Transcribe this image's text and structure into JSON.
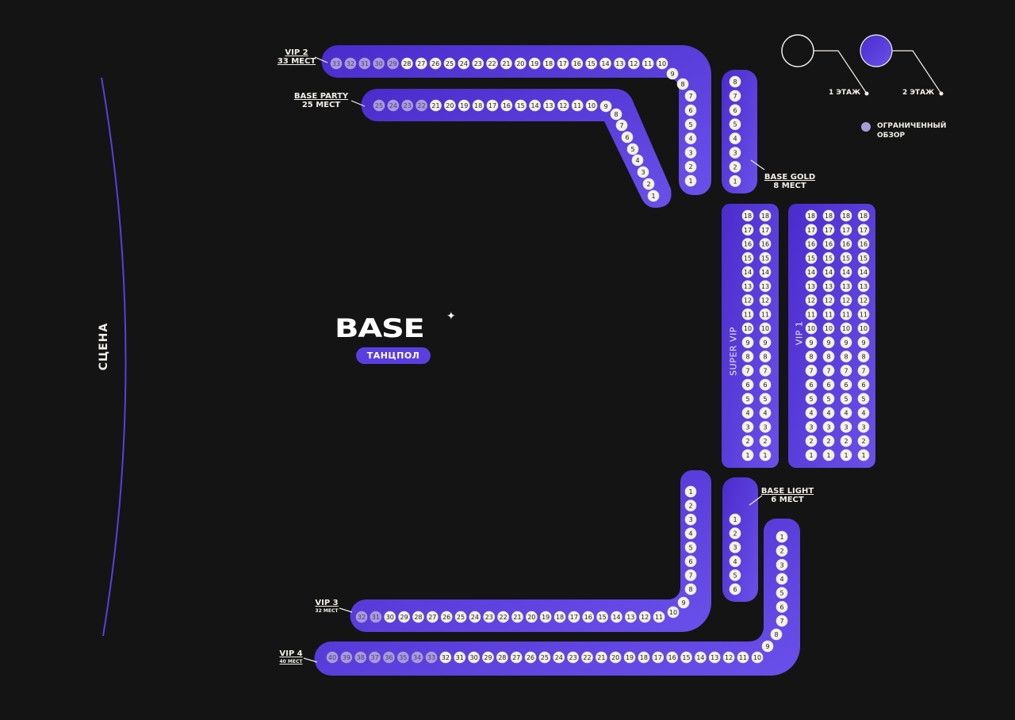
{
  "stage": {
    "label": "СЦЕНА"
  },
  "dance_floor": {
    "logo": "BASE",
    "label": "ТАНЦПОЛ"
  },
  "legend": {
    "floor1": "1 ЭТАЖ",
    "floor2": "2 ЭТАЖ",
    "restricted": "ОГРАНИЧЕННЫЙ ОБЗОР",
    "restricted_line1": "ОГРАНИЧЕННЫЙ",
    "restricted_line2": "ОБЗОР"
  },
  "colors": {
    "background": "#141414",
    "section": "#5233d6",
    "seat": "#f4f1e6",
    "restricted": "#a99bd9",
    "stage_line": "#5b3ee0"
  },
  "sections": {
    "vip2": {
      "label": "VIP 2",
      "capacity": "33 МЕСТ",
      "seats": [
        33,
        32,
        31,
        30,
        29,
        28,
        27,
        26,
        25,
        24,
        23,
        22,
        21,
        20,
        19,
        18,
        17,
        16,
        15,
        14,
        13,
        12,
        11,
        10,
        9,
        8,
        7,
        6,
        5,
        4,
        3,
        2,
        1
      ],
      "restricted": [
        33,
        32,
        31,
        30,
        29
      ]
    },
    "party": {
      "label": "BASE PARTY",
      "capacity": "25 МЕСТ",
      "seats": [
        25,
        24,
        23,
        22,
        21,
        20,
        19,
        18,
        17,
        16,
        15,
        14,
        13,
        12,
        11,
        10,
        9,
        8,
        7,
        6,
        5,
        4,
        3,
        2,
        1
      ],
      "restricted": [
        25,
        24,
        23,
        22
      ]
    },
    "gold": {
      "label": "BASE GOLD",
      "capacity": "8 МЕСТ",
      "seats": [
        8,
        7,
        6,
        5,
        4,
        3,
        2,
        1
      ],
      "restricted": []
    },
    "supervip": {
      "label": "SUPER VIP",
      "rows": [
        18,
        17,
        16,
        15,
        14,
        13,
        12,
        11,
        10,
        9,
        8,
        7,
        6,
        5,
        4,
        3,
        2,
        1
      ],
      "columns": 2,
      "restricted": []
    },
    "vip1": {
      "label": "VIP 1",
      "rows": [
        18,
        17,
        16,
        15,
        14,
        13,
        12,
        11,
        10,
        9,
        8,
        7,
        6,
        5,
        4,
        3,
        2,
        1
      ],
      "columns": 4,
      "restricted": []
    },
    "light": {
      "label": "BASE LIGHT",
      "capacity": "6 МЕСТ",
      "seats": [
        1,
        2,
        3,
        4,
        5,
        6
      ],
      "restricted": []
    },
    "vip3": {
      "label": "VIP 3",
      "capacity": "32 МЕСТ",
      "seats": [
        32,
        31,
        30,
        29,
        28,
        27,
        26,
        25,
        24,
        23,
        22,
        21,
        20,
        19,
        18,
        17,
        16,
        15,
        14,
        13,
        12,
        11,
        10,
        9,
        8,
        7,
        6,
        5,
        4,
        3,
        2,
        1
      ],
      "restricted": [
        32,
        31
      ]
    },
    "vip4": {
      "label": "VIP 4",
      "capacity": "40 МЕСТ",
      "seats": [
        40,
        39,
        38,
        37,
        36,
        35,
        34,
        33,
        32,
        31,
        30,
        29,
        28,
        27,
        26,
        25,
        24,
        23,
        22,
        21,
        20,
        19,
        18,
        17,
        16,
        15,
        14,
        13,
        12,
        11,
        10,
        9,
        8,
        7,
        6,
        5,
        4,
        3,
        2,
        1
      ],
      "restricted": [
        40,
        39,
        38,
        37,
        36,
        35,
        34,
        33
      ]
    }
  }
}
